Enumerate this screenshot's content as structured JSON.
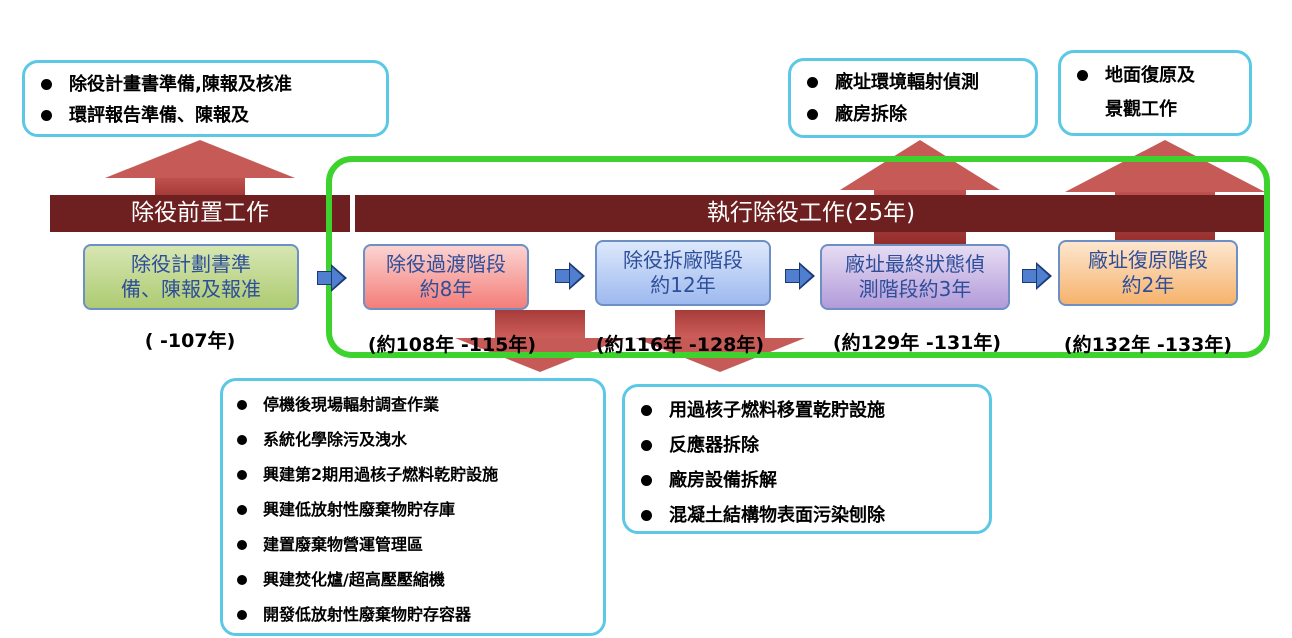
{
  "top_left_box": {
    "items": [
      "除役計畫書準備,陳報及核准",
      "環評報告準備、陳報及"
    ]
  },
  "top_right_box_1": {
    "items": [
      "廠址環境輻射偵測",
      "廠房拆除"
    ]
  },
  "top_right_box_2": {
    "items": [
      "地面復原及",
      "景觀工作"
    ]
  },
  "banners": {
    "pre": "除役前置工作",
    "exec": "執行除役工作(25年)"
  },
  "phases": [
    {
      "line1": "除役計劃書準",
      "line2": "備、陳報及報准",
      "period": "(  -107年)"
    },
    {
      "line1": "除役過渡階段",
      "line2": "約8年",
      "period": "(約108年 -115年)"
    },
    {
      "line1": "除役拆廠階段",
      "line2": "約12年",
      "period": "(約116年 -128年)"
    },
    {
      "line1": "廠址最終狀態偵",
      "line2": "測階段約3年",
      "period": "(約129年 -131年)"
    },
    {
      "line1": "廠址復原階段",
      "line2": "約2年",
      "period": "(約132年 -133年)"
    }
  ],
  "bottom_left_box": {
    "items": [
      "停機後現場輻射調查作業",
      "系統化學除污及洩水",
      "興建第2期用過核子燃料乾貯設施",
      "興建低放射性廢棄物貯存庫",
      "建置廢棄物營運管理區",
      "興建焚化爐/超高壓壓縮機",
      "開發低放射性廢棄物貯存容器"
    ]
  },
  "bottom_right_box": {
    "items": [
      "用過核子燃料移置乾貯設施",
      "反應器拆除",
      "廠房設備拆解",
      "混凝土結構物表面污染刨除"
    ]
  },
  "colors": {
    "banner": "#6e1f1f",
    "frame": "#3dd22e",
    "box_border": "#5bc8e6",
    "arrow_red": "#c0504d",
    "flow_arrow": "#4f7fce"
  }
}
